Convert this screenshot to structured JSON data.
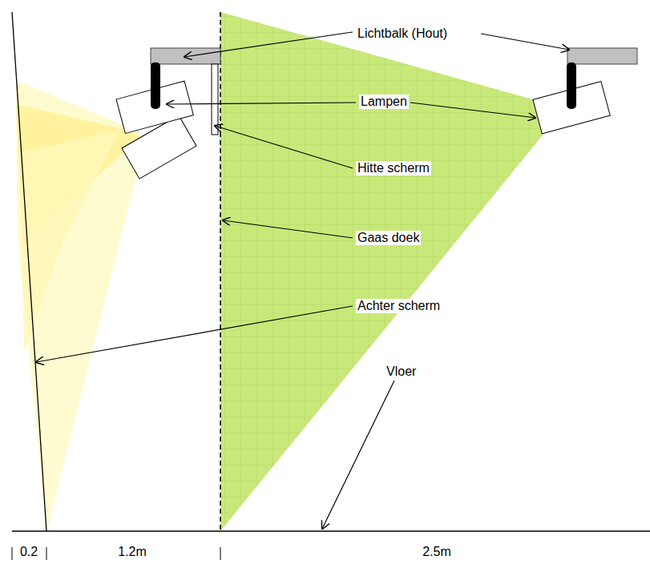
{
  "diagram": {
    "labels": [
      "Lichtbalk (Hout)",
      "Lampen",
      "Hitte scherm",
      "Gaas doek",
      "Achter scherm",
      "Vloer",
      "0.2",
      "1.2m",
      "2.5m"
    ]
  }
}
